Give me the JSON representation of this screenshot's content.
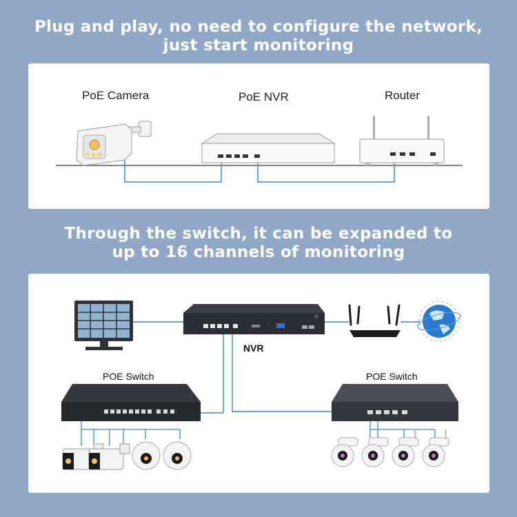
{
  "headline_top": {
    "line1": "Plug and play, no need to configure the network,",
    "line2": "just start monitoring"
  },
  "headline_bottom": {
    "line1": "Through the switch, it can be expanded to",
    "line2": "up to 16 channels of monitoring"
  },
  "top_diagram": {
    "camera_label": "PoE Camera",
    "nvr_label": "PoE NVR",
    "router_label": "Router"
  },
  "bottom_diagram": {
    "nvr_label": "NVR",
    "left_switch_label": "POE Switch",
    "right_switch_label": "POE Switch"
  },
  "colors": {
    "background": "#8fa8c8",
    "cable": "#3a86c8",
    "device_dark": "#2b2f36"
  },
  "icons": [
    "monitor-icon",
    "router-icon",
    "globe-icon",
    "bullet-camera-icon",
    "dome-camera-icon",
    "ptz-camera-icon"
  ]
}
